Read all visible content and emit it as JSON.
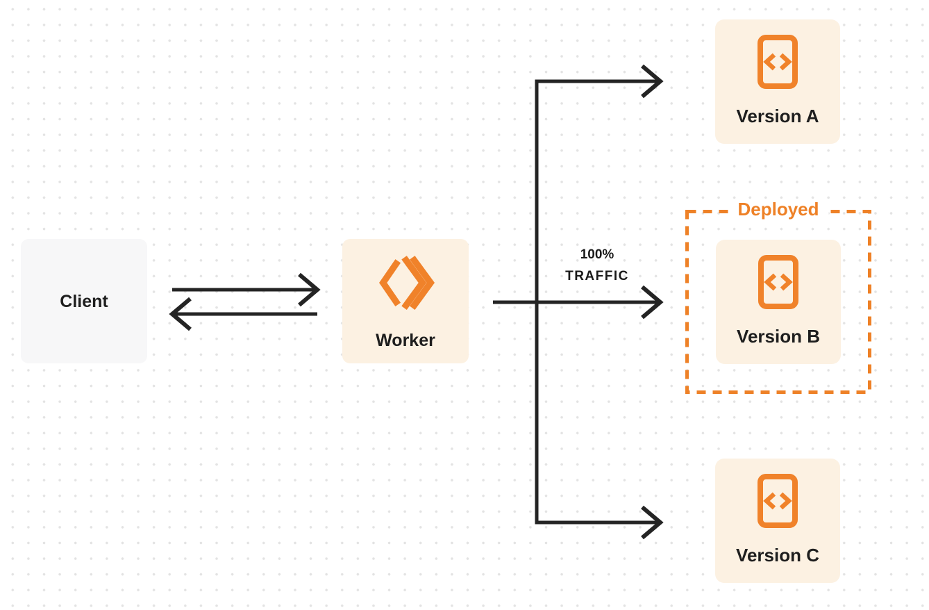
{
  "diagram": {
    "nodes": {
      "client": {
        "label": "Client"
      },
      "worker": {
        "label": "Worker"
      },
      "version_a": {
        "label": "Version A"
      },
      "version_b": {
        "label": "Version B"
      },
      "version_c": {
        "label": "Version C"
      }
    },
    "group": {
      "label": "Deployed"
    },
    "traffic": {
      "line1": "100%",
      "line2": "TRAFFIC"
    },
    "edges": [
      {
        "from": "client",
        "to": "worker",
        "direction": "bidirectional"
      },
      {
        "from": "worker",
        "to": "version_a"
      },
      {
        "from": "worker",
        "to": "version_b",
        "label": "100% TRAFFIC"
      },
      {
        "from": "worker",
        "to": "version_c"
      }
    ],
    "icons": {
      "worker": "workers-logo-icon",
      "versions": "code-file-icon"
    },
    "colors": {
      "accent_orange": "#ee8127",
      "node_bg_cream": "#fcf1e2",
      "node_bg_gray": "#f7f7f8",
      "arrow": "#242424",
      "text": "#1e1e1e",
      "grid_dot": "#e3e3e3",
      "background": "#ffffff"
    }
  }
}
